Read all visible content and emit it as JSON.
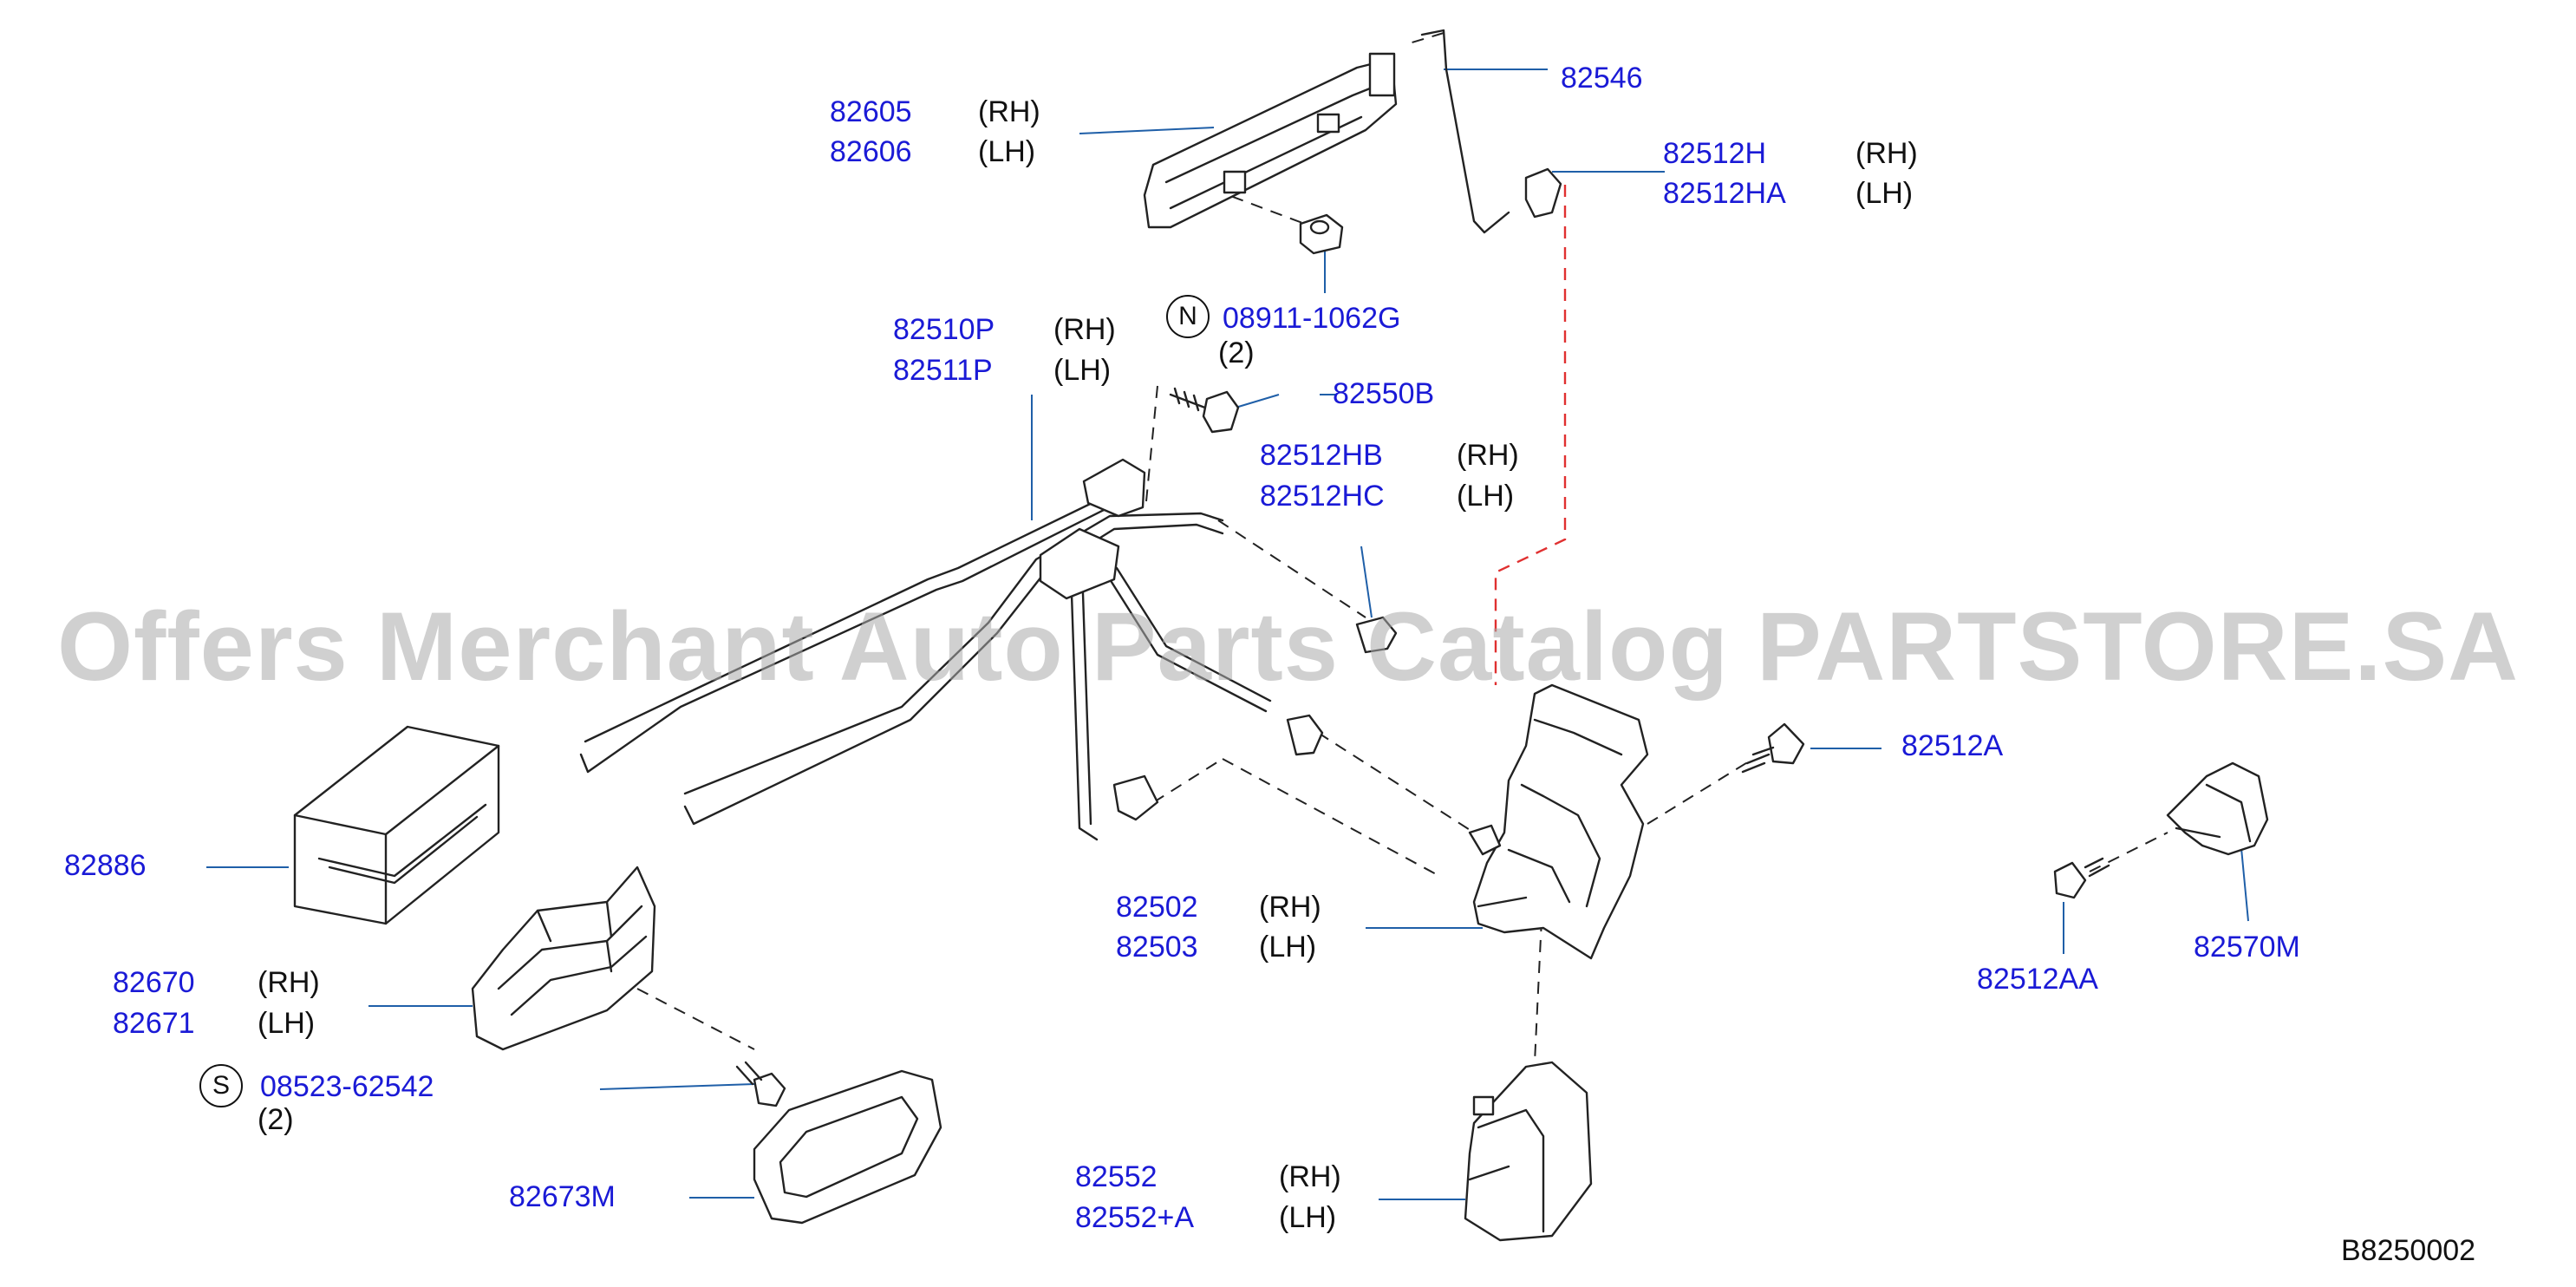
{
  "parts": {
    "p82546": "82546",
    "p82605": "82605",
    "p82606": "82606",
    "p82512H": "82512H",
    "p82512HA": "82512HA",
    "p08911": "08911-1062G",
    "p08911_qty": "(2)",
    "p82510P": "82510P",
    "p82511P": "82511P",
    "p82550B": "82550B",
    "p82512HB": "82512HB",
    "p82512HC": "82512HC",
    "p82512A": "82512A",
    "p82886": "82886",
    "p82502": "82502",
    "p82503": "82503",
    "p82512AA": "82512AA",
    "p82570M": "82570M",
    "p82670": "82670",
    "p82671": "82671",
    "p08523": "08523-62542",
    "p08523_qty": "(2)",
    "p82673M": "82673M",
    "p82552": "82552",
    "p82552A": "82552+A"
  },
  "sides": {
    "rh": "(RH)",
    "lh": "(LH)"
  },
  "symbols": {
    "n": "N",
    "s": "S"
  },
  "watermark": "Offers Merchant Auto Parts Catalog PARTSTORE.SA",
  "diagram_code": "B8250002",
  "colors": {
    "part_number": "#1a1ad6",
    "leader": "#1f5fa8",
    "highlight_dash": "#e03030",
    "watermark": "#aaaaaa"
  }
}
